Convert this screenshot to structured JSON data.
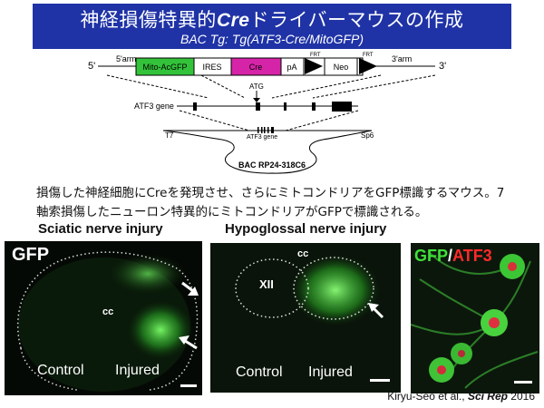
{
  "title": {
    "main_prefix": "神経損傷特異的",
    "main_italic": "Cre",
    "main_suffix": "ドライバーマウスの作成",
    "subtitle": "BAC Tg: Tg(ATF3-Cre/MitoGFP)"
  },
  "construct": {
    "five_prime": "5'",
    "three_prime": "3'",
    "five_arm": "5'arm",
    "three_arm": "3'arm",
    "segments": [
      "Mito-AcGFP",
      "IRES",
      "Cre",
      "pA",
      "Neo"
    ],
    "frt_labels": [
      "FRT",
      "FRT"
    ],
    "atg": "ATG",
    "atf3_gene_label": "ATF3 gene",
    "t7": "T7",
    "sp6": "Sp6",
    "bac_atf3_label": "ATF3 gene",
    "bac_label": "BAC  RP24-318C6",
    "colors": {
      "gfp": "#33c33a",
      "cre": "#d624a8"
    }
  },
  "description": {
    "line1": "損傷した神経細胞にCreを発現させ、さらにミトコンドリアをGFP標識するマウス。7",
    "line2": "軸索損傷したニューロン特異的にミトコンドリアがGFPで標識される。"
  },
  "panels": {
    "sciatic": {
      "heading": "Sciatic nerve injury",
      "gfp": "GFP",
      "cc": "cc",
      "control": "Control",
      "injured": "Injured"
    },
    "hypoglossal": {
      "heading": "Hypoglossal nerve injury",
      "cc": "cc",
      "xii": "XII",
      "control": "Control",
      "injured": "Injured"
    },
    "cells": {
      "gfp": "GFP",
      "slash": "/",
      "atf3": "ATF3"
    }
  },
  "citation": {
    "authors": "Kiryu-Seo et al.,",
    "journal": "Sci Rep",
    "year": "2016"
  }
}
